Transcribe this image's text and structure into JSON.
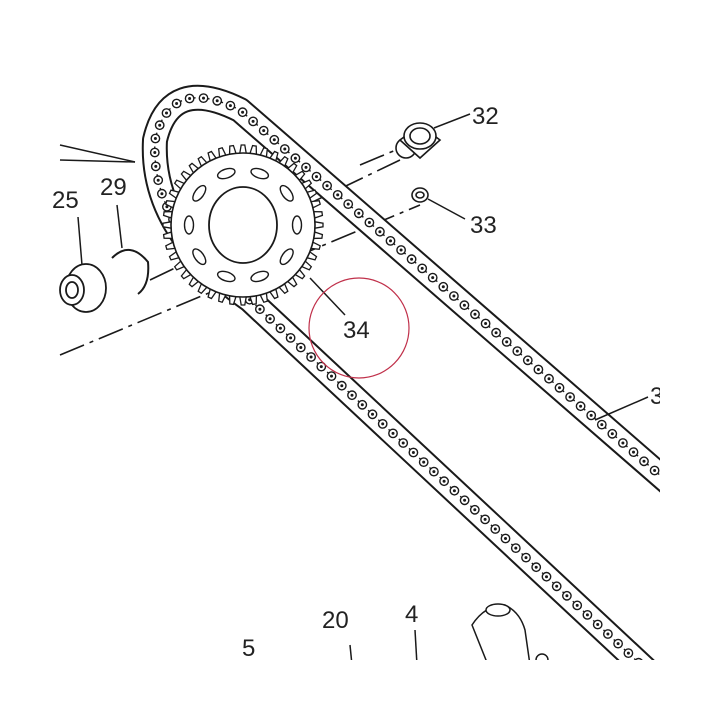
{
  "diagram": {
    "labels": {
      "part_32": "32",
      "part_33": "33",
      "part_34": "34",
      "part_25": "25",
      "part_29": "29",
      "part_20": "20",
      "part_4": "4",
      "part_5": "5",
      "part_3_partial": "3"
    },
    "colors": {
      "line": "#1a1a1a",
      "highlight_circle": "#c0304a",
      "background": "#ffffff"
    }
  }
}
